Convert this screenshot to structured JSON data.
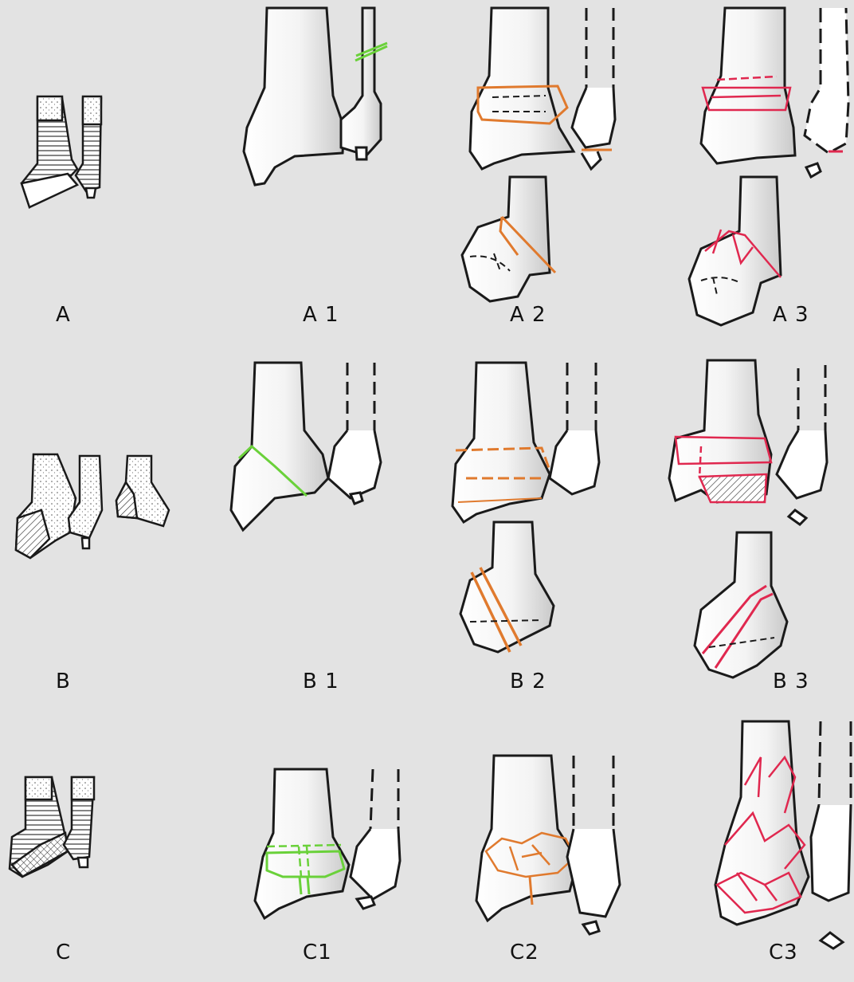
{
  "labels": {
    "A": "A",
    "A1": "A 1",
    "A2": "A 2",
    "A3": "A 3",
    "B": "B",
    "B1": "B 1",
    "B2": "B 2",
    "B3": "B 3",
    "C": "C",
    "C1": "C1",
    "C2": "C2",
    "C3": "C3"
  },
  "colors": {
    "background": "#e3e3e3",
    "bone_fill": "#ffffff",
    "outline": "#1a1a1a",
    "group1_fracture": "#6ad13a",
    "group2_fracture": "#e07a2e",
    "group3_fracture": "#e0284f"
  }
}
